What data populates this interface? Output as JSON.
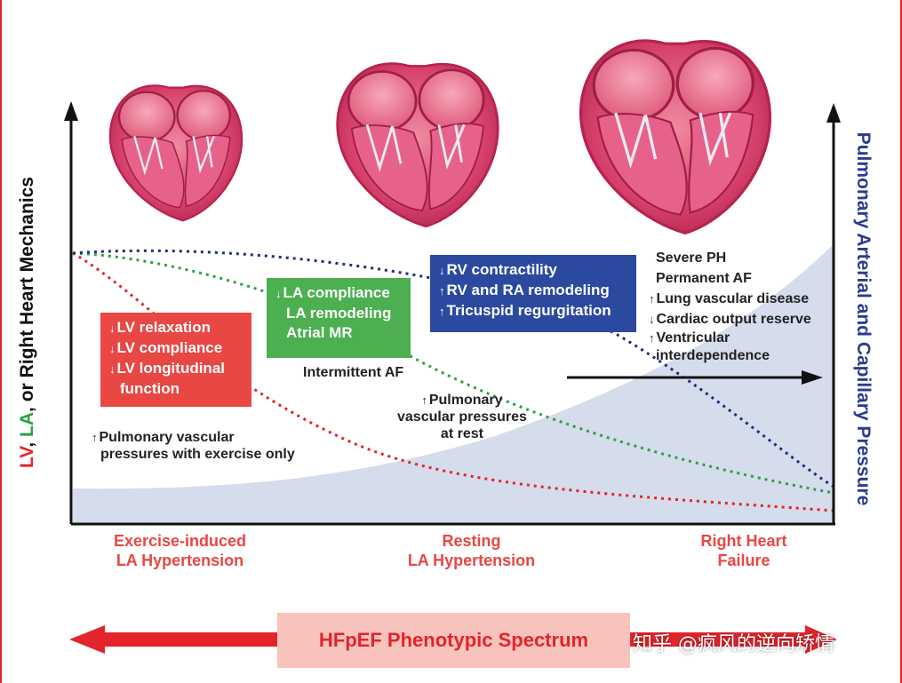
{
  "axes": {
    "left_label": {
      "lv": "LV",
      "sep1": ", ",
      "la": "LA",
      "sep2": ", or ",
      "rest": "Right Heart Mechanics"
    },
    "right_label": "Pulmonary Arterial and Capillary Pressure"
  },
  "boxes": {
    "lv": {
      "items": [
        {
          "arrow": "↓",
          "text": "LV relaxation"
        },
        {
          "arrow": "↓",
          "text": "LV compliance"
        },
        {
          "arrow": "↓",
          "text": "LV longitudinal"
        },
        {
          "arrow": "",
          "text": "function"
        }
      ]
    },
    "la": {
      "items": [
        {
          "arrow": "↓",
          "text": "LA compliance"
        },
        {
          "arrow": "",
          "text": "LA remodeling"
        },
        {
          "arrow": "",
          "text": "Atrial MR"
        }
      ]
    },
    "rv": {
      "items": [
        {
          "arrow": "↓",
          "text": "RV contractility"
        },
        {
          "arrow": "↑",
          "text": "RV and RA remodeling"
        },
        {
          "arrow": "↑",
          "text": "Tricuspid regurgitation"
        }
      ]
    }
  },
  "annotations": {
    "exercise": {
      "arrow": "↑",
      "line1": "Pulmonary vascular",
      "line2": "pressures with exercise only"
    },
    "intermittent_af": "Intermittent AF",
    "resting": {
      "arrow": "↑",
      "line1": "Pulmonary",
      "line2": "vascular pressures",
      "line3": "at rest"
    },
    "severe": [
      {
        "arrow": "",
        "text": "Severe PH"
      },
      {
        "arrow": "",
        "text": "Permanent AF"
      },
      {
        "arrow": "↑",
        "text": "Lung vascular disease"
      },
      {
        "arrow": "↓",
        "text": "Cardiac output reserve"
      },
      {
        "arrow": "↑",
        "text": "Ventricular"
      },
      {
        "arrow": "",
        "text": "interdependence"
      }
    ]
  },
  "phases": [
    {
      "line1": "Exercise-induced",
      "line2": "LA Hypertension"
    },
    {
      "line1": "Resting",
      "line2": "LA Hypertension"
    },
    {
      "line1": "Right Heart",
      "line2": "Failure"
    }
  ],
  "spectrum_label": "HFpEF Phenotypic Spectrum",
  "watermark": "知乎 @疯风的逆向矫情",
  "colors": {
    "lv_red": "#e84744",
    "la_green": "#4caf50",
    "rv_blue": "#2b4a9f",
    "pressure_fill": "#d5dcec",
    "axis": "#111111",
    "heart": "#d6416a"
  },
  "icons": [
    "heart-illustration",
    "up-arrow-icon",
    "down-arrow-icon",
    "spectrum-double-arrow"
  ]
}
